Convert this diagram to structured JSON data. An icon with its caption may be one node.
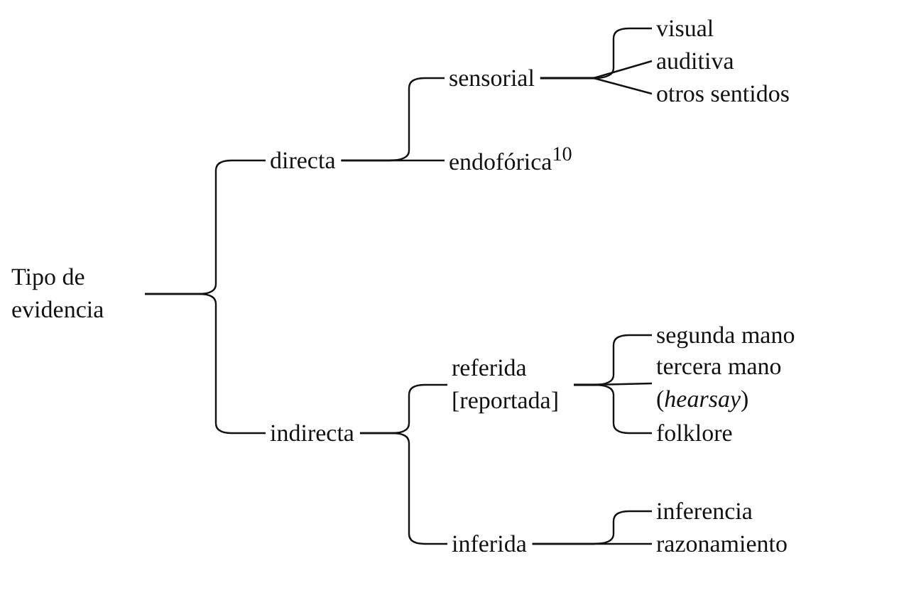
{
  "diagram": {
    "nodes": [
      {
        "text": [
          "Tipo de evidencia"
        ]
      },
      {
        "text": [
          "directa"
        ]
      },
      {
        "text": [
          "indirecta"
        ]
      },
      {
        "text": [
          "sensorial"
        ]
      },
      {
        "text": [
          "endofórica$^{10}$"
        ]
      },
      {
        "text": [
          "visual"
        ]
      },
      {
        "text": [
          "auditiva"
        ]
      },
      {
        "text": [
          "otros sentidos"
        ]
      },
      {
        "text": [
          "referida [reportada]"
        ]
      },
      {
        "text": [
          "inferida"
        ]
      },
      {
        "text": [
          "segunda mano"
        ]
      },
      {
        "text": [
          "tercera mano (*hearsay*)"
        ]
      },
      {
        "text": [
          "folklore"
        ]
      },
      {
        "text": [
          "inferencia"
        ]
      },
      {
        "text": [
          "razonamiento"
        ]
      }
    ],
    "edges": [
      {
        "from": 0,
        "to": 1,
        "arrow": "none"
      },
      {
        "from": 0,
        "to": 2,
        "arrow": "none"
      },
      {
        "from": 1,
        "to": 3,
        "arrow": "none"
      },
      {
        "from": 1,
        "to": 4,
        "arrow": "none"
      },
      {
        "from": 3,
        "to": 5,
        "arrow": "none"
      },
      {
        "from": 3,
        "to": 6,
        "arrow": "none"
      },
      {
        "from": 3,
        "to": 7,
        "arrow": "none"
      },
      {
        "from": 2,
        "to": 8,
        "arrow": "none"
      },
      {
        "from": 2,
        "to": 9,
        "arrow": "none"
      },
      {
        "from": 8,
        "to": 10,
        "arrow": "none"
      },
      {
        "from": 8,
        "to": 11,
        "arrow": "none"
      },
      {
        "from": 8,
        "to": 12,
        "arrow": "none"
      },
      {
        "from": 9,
        "to": 13,
        "arrow": "none"
      },
      {
        "from": 9,
        "to": 14,
        "arrow": "none"
      }
    ]
  }
}
